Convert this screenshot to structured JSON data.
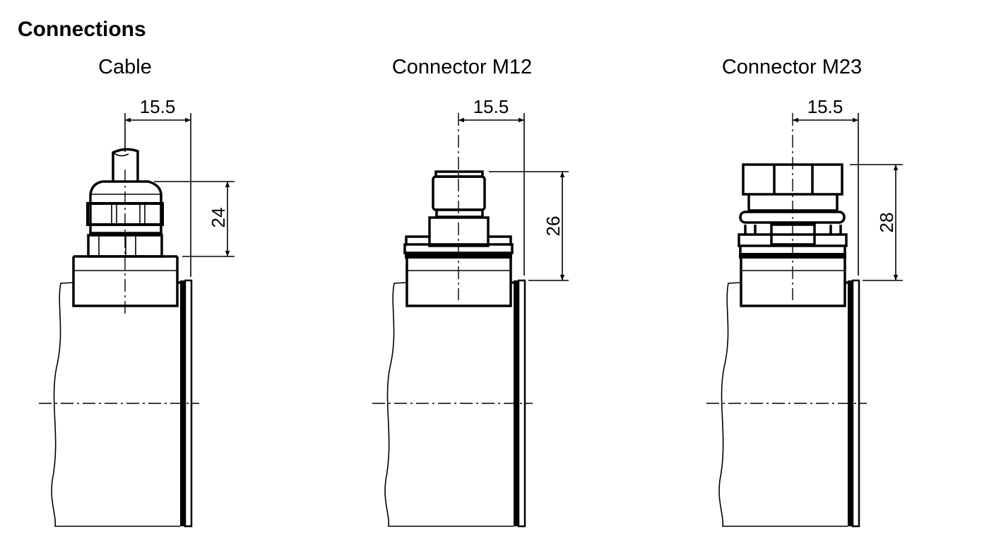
{
  "heading": "Connections",
  "variants": [
    {
      "label": "Cable",
      "width_dim": "15.5",
      "height_dim": "24"
    },
    {
      "label": "Connector M12",
      "width_dim": "15.5",
      "height_dim": "26"
    },
    {
      "label": "Connector M23",
      "width_dim": "15.5",
      "height_dim": "28"
    }
  ]
}
